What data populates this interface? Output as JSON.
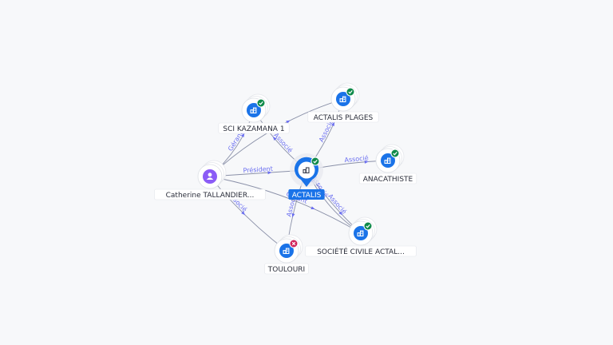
{
  "graph": {
    "center": {
      "id": "actalis",
      "label": "ACTALIS",
      "icon": "company-icon",
      "status": "active"
    },
    "nodes": [
      {
        "id": "sci",
        "label": "SCI KAZAMANA 1",
        "type": "company",
        "icon": "company-icon",
        "status": "active"
      },
      {
        "id": "plages",
        "label": "ACTALIS PLAGES",
        "type": "company",
        "icon": "company-icon",
        "status": "active"
      },
      {
        "id": "anacathiste",
        "label": "ANACATHISTE",
        "type": "company",
        "icon": "company-icon",
        "status": "active"
      },
      {
        "id": "catherine",
        "label": "Catherine TALLANDIER...",
        "type": "person",
        "icon": "person-icon",
        "status": "none"
      },
      {
        "id": "scivile",
        "label": "SOCIÉTÉ CIVILE ACTAL...",
        "type": "company",
        "icon": "company-icon",
        "status": "active"
      },
      {
        "id": "toulouri",
        "label": "TOULOURI",
        "type": "company",
        "icon": "company-icon",
        "status": "closed"
      }
    ],
    "edges": [
      {
        "from": "catherine",
        "to": "actalis",
        "label": "Président"
      },
      {
        "from": "catherine",
        "to": "sci",
        "label": "Gérant"
      },
      {
        "from": "catherine",
        "to": "plages",
        "label": ""
      },
      {
        "from": "catherine",
        "to": "scivile",
        "label": "Gérant"
      },
      {
        "from": "catherine",
        "to": "toulouri",
        "label": "Associé"
      },
      {
        "from": "actalis",
        "to": "sci",
        "label": "Associé"
      },
      {
        "from": "actalis",
        "to": "plages",
        "label": "Associé"
      },
      {
        "from": "actalis",
        "to": "anacathiste",
        "label": "Associé"
      },
      {
        "from": "actalis",
        "to": "scivile",
        "label": "Associé"
      },
      {
        "from": "actalis",
        "to": "toulouri",
        "label": "Associé"
      },
      {
        "from": "scivile",
        "to": "actalis",
        "label": "Associé"
      }
    ]
  },
  "colors": {
    "company": "#1a73e8",
    "person": "#8b5cf6",
    "active": "#0f8a4a",
    "closed": "#d0245a",
    "edge": "#8a90a8",
    "edge_label": "#6b6ff0"
  }
}
